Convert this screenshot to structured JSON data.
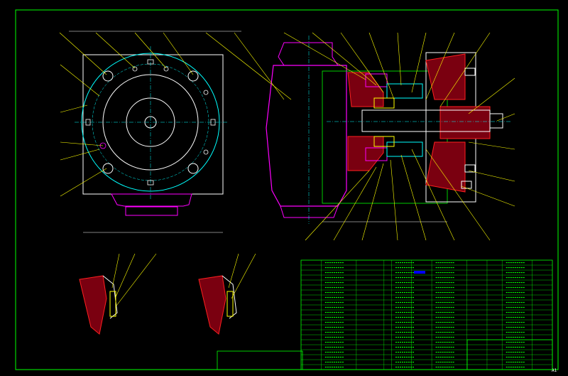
{
  "drawing": {
    "sheet_mark": "A1",
    "colors": {
      "background": "#000000",
      "frame": "#00ff00",
      "outline": "#ffffff",
      "body": "#ff00ff",
      "center_lines": "#00ffff",
      "leaders": "#ffff00",
      "section_hatch": "#ff2020",
      "table_text": "#00ff00"
    },
    "sections": {
      "front_view": "circular-flange-front-view",
      "side_view": "cylinder-body-side-view",
      "section_view": "assembly-cross-section",
      "detail_views": [
        "seal-detail-view-1",
        "seal-detail-view-2"
      ],
      "parts_list": "bill-of-materials-table",
      "title_block": "title-block"
    }
  }
}
